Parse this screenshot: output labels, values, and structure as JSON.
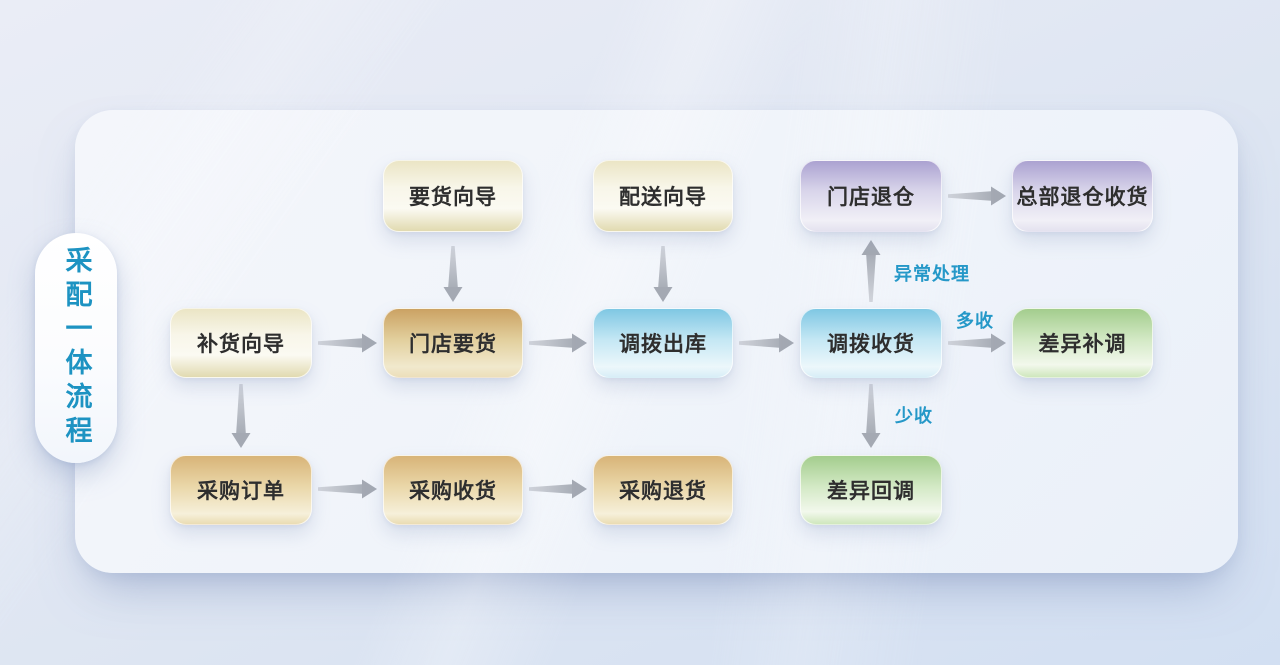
{
  "title": "采配一体流程",
  "nodes": {
    "demand_guide": "要货向导",
    "delivery_guide": "配送向导",
    "store_return": "门店退仓",
    "hq_return_receipt": "总部退仓收货",
    "replenish_guide": "补货向导",
    "store_demand": "门店要货",
    "transfer_outbound": "调拨出库",
    "transfer_receipt": "调拨收货",
    "diff_supplement": "差异补调",
    "purchase_order": "采购订单",
    "purchase_receipt": "采购收货",
    "purchase_return": "采购退货",
    "diff_callback": "差异回调"
  },
  "edge_labels": {
    "abnormal_handling": "异常处理",
    "over_received": "多收",
    "under_received": "少收"
  },
  "flows": [
    {
      "from": "要货向导",
      "to": "门店要货",
      "label": ""
    },
    {
      "from": "配送向导",
      "to": "调拨出库",
      "label": ""
    },
    {
      "from": "补货向导",
      "to": "门店要货",
      "label": ""
    },
    {
      "from": "门店要货",
      "to": "调拨出库",
      "label": ""
    },
    {
      "from": "调拨出库",
      "to": "调拨收货",
      "label": ""
    },
    {
      "from": "调拨收货",
      "to": "门店退仓",
      "label": "异常处理"
    },
    {
      "from": "门店退仓",
      "to": "总部退仓收货",
      "label": ""
    },
    {
      "from": "调拨收货",
      "to": "差异补调",
      "label": "多收"
    },
    {
      "from": "调拨收货",
      "to": "差异回调",
      "label": "少收"
    },
    {
      "from": "补货向导",
      "to": "采购订单",
      "label": ""
    },
    {
      "from": "采购订单",
      "to": "采购收货",
      "label": ""
    },
    {
      "from": "采购收货",
      "to": "采购退货",
      "label": ""
    }
  ],
  "colors": {
    "accent_teal": "#1d93c2",
    "edge_label_teal": "#2598c8",
    "node_text": "#2e2e2e",
    "arrow_gray": "#a4a9b3",
    "cream_top": "#ebe5c5",
    "tan_top": "#cba263",
    "gold_top": "#d8b478",
    "blue_top": "#7fc7e3",
    "purple_top": "#aba2d1",
    "green_top": "#a3cd8d",
    "panel_bg": "#f0f4fa",
    "page_bg": "#dde5f2"
  }
}
